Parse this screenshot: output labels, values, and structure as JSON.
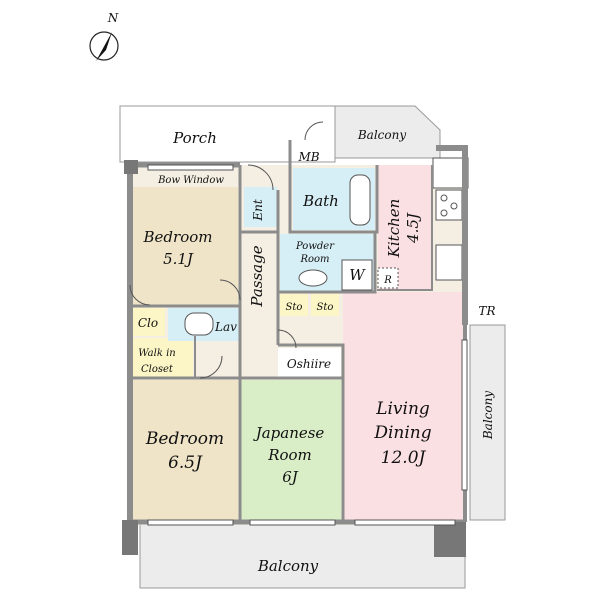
{
  "compass": {
    "label": "N"
  },
  "rooms": {
    "porch": "Porch",
    "balcony_top": "Balcony",
    "mb": "MB",
    "bow_window": "Bow Window",
    "ent": "Ent",
    "bath": "Bath",
    "kitchen": [
      "Kitchen",
      "4.5J"
    ],
    "bedroom1": [
      "Bedroom",
      "5.1J"
    ],
    "powder_room": [
      "Powder",
      "Room"
    ],
    "w": "W",
    "r": "R",
    "passage": "Passage",
    "sto1": "Sto",
    "sto2": "Sto",
    "tr": "TR",
    "clo": "Clo",
    "lav": "Lav",
    "walk_in_closet": [
      "Walk in",
      "Closet"
    ],
    "oshiire": "Oshiire",
    "living_dining": [
      "Living",
      "Dining",
      "12.0J"
    ],
    "balcony_right": "Balcony",
    "bedroom2": [
      "Bedroom",
      "6.5J"
    ],
    "japanese_room": [
      "Japanese",
      "Room",
      "6J"
    ],
    "balcony_bottom": "Balcony"
  },
  "colors": {
    "bedroom": "#efe4c8",
    "wet": "#d6eef5",
    "living": "#fbe0e3",
    "japanese": "#d9edc7",
    "closet": "#fcf6c6",
    "floor": "#f4efe2",
    "balcony": "#ececec",
    "wall": "#8c8c8c"
  }
}
